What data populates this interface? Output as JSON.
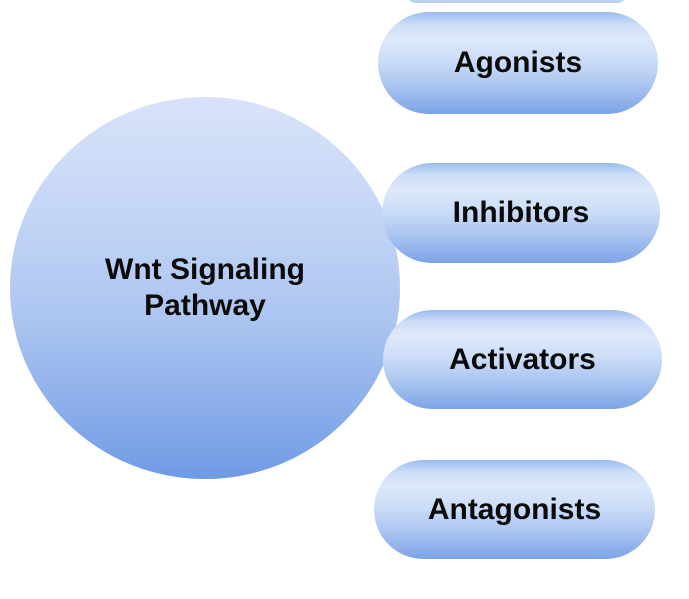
{
  "diagram": {
    "background_color": "#ffffff",
    "shape_light_color": "#dde9fb",
    "shape_dark_color": "#6f9be5",
    "text_color": "#0a0a0a",
    "center_node": {
      "label": "Wnt Signaling Pathway"
    },
    "side_nodes": [
      {
        "label": "Agonists"
      },
      {
        "label": "Inhibitors"
      },
      {
        "label": "Activators"
      },
      {
        "label": "Antagonists"
      }
    ]
  }
}
